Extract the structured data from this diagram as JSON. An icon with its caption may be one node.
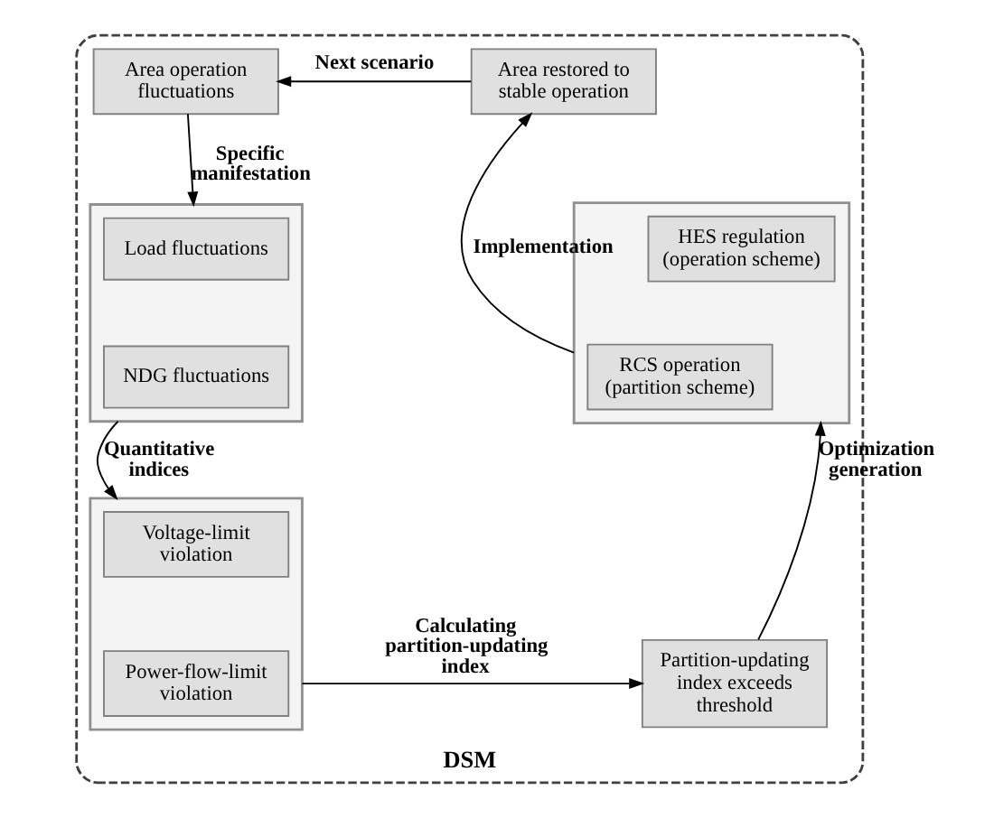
{
  "diagram": {
    "nodes": [
      {
        "text": [
          "DSM"
        ]
      },
      {
        "text": [
          "Area operation fluctuations"
        ],
        "in": 0
      },
      {
        "text": [
          "Area restored to stable operation"
        ],
        "in": 0
      },
      {
        "text": [],
        "shape": "box",
        "in": 0
      },
      {
        "text": [
          "Load fluctuations"
        ],
        "in": 3
      },
      {
        "text": [
          "NDG fluctuations"
        ],
        "in": 3
      },
      {
        "text": [],
        "shape": "box",
        "in": 0
      },
      {
        "text": [
          "Voltage-limit violation"
        ],
        "in": 6
      },
      {
        "text": [
          "Power-flow-limit violation"
        ],
        "in": 6
      },
      {
        "text": [
          "Partition-updating index exceeds threshold"
        ],
        "in": 0
      },
      {
        "text": [],
        "shape": "box",
        "in": 0
      },
      {
        "text": [
          "HES regulation (operation scheme)"
        ],
        "in": 10
      },
      {
        "text": [
          "RCS operation (partition scheme)"
        ],
        "in": 10
      }
    ],
    "edges": [
      {
        "from": 2,
        "to": 1,
        "arrow": "to",
        "label": "Next scenario"
      },
      {
        "from": 1,
        "to": 3,
        "arrow": "to",
        "label": "Specific manifestation"
      },
      {
        "from": 3,
        "to": 6,
        "arrow": "to",
        "label": "Quantitative indices"
      },
      {
        "from": 6,
        "to": 9,
        "arrow": "to",
        "label": "Calculating partition-updating index"
      },
      {
        "from": 9,
        "to": 10,
        "arrow": "to",
        "label": "Optimization generation"
      },
      {
        "from": 10,
        "to": 2,
        "arrow": "to",
        "label": "Implementation"
      }
    ]
  }
}
